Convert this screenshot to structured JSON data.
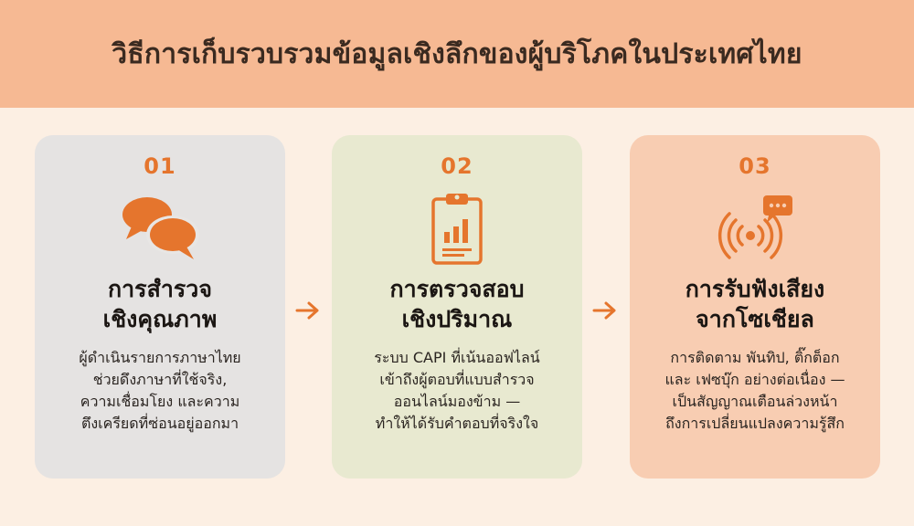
{
  "header": {
    "title": "วิธีการเก็บรวบรวมข้อมูลเชิงลึกของผู้บริโภคในประเทศไทย"
  },
  "colors": {
    "accent": "#e5752d",
    "header_bg": "#f6b993",
    "page_bg": "#fcefe3",
    "card1_bg": "#e5e3e2",
    "card2_bg": "#e8e9d0",
    "card3_bg": "#f8cdb2"
  },
  "cards": [
    {
      "number": "01",
      "icon": "chat-bubbles-icon",
      "title_lines": [
        "การสำรวจ",
        "เชิงคุณภาพ"
      ],
      "body_lines": [
        "ผู้ดำเนินรายการภาษาไทย",
        "ช่วยดึงภาษาที่ใช้จริง,",
        "ความเชื่อมโยง และความ",
        "ตึงเครียดที่ซ่อนอยู่ออกมา"
      ]
    },
    {
      "number": "02",
      "icon": "clipboard-chart-icon",
      "title_lines": [
        "การตรวจสอบ",
        "เชิงปริมาณ"
      ],
      "body_lines": [
        "ระบบ CAPI ที่เน้นออฟไลน์",
        "เข้าถึงผู้ตอบที่แบบสำรวจ",
        "ออนไลน์มองข้าม —",
        "ทำให้ได้รับคำตอบที่จริงใจ"
      ]
    },
    {
      "number": "03",
      "icon": "social-listening-icon",
      "title_lines": [
        "การรับฟังเสียง",
        "จากโซเชียล"
      ],
      "body_lines": [
        "การติดตาม พันทิป, ติ๊กต็อก",
        "และ เฟซบุ๊ก อย่างต่อเนื่อง —",
        "เป็นสัญญาณเตือนล่วงหน้า",
        "ถึงการเปลี่ยนแปลงความรู้สึก"
      ]
    }
  ]
}
